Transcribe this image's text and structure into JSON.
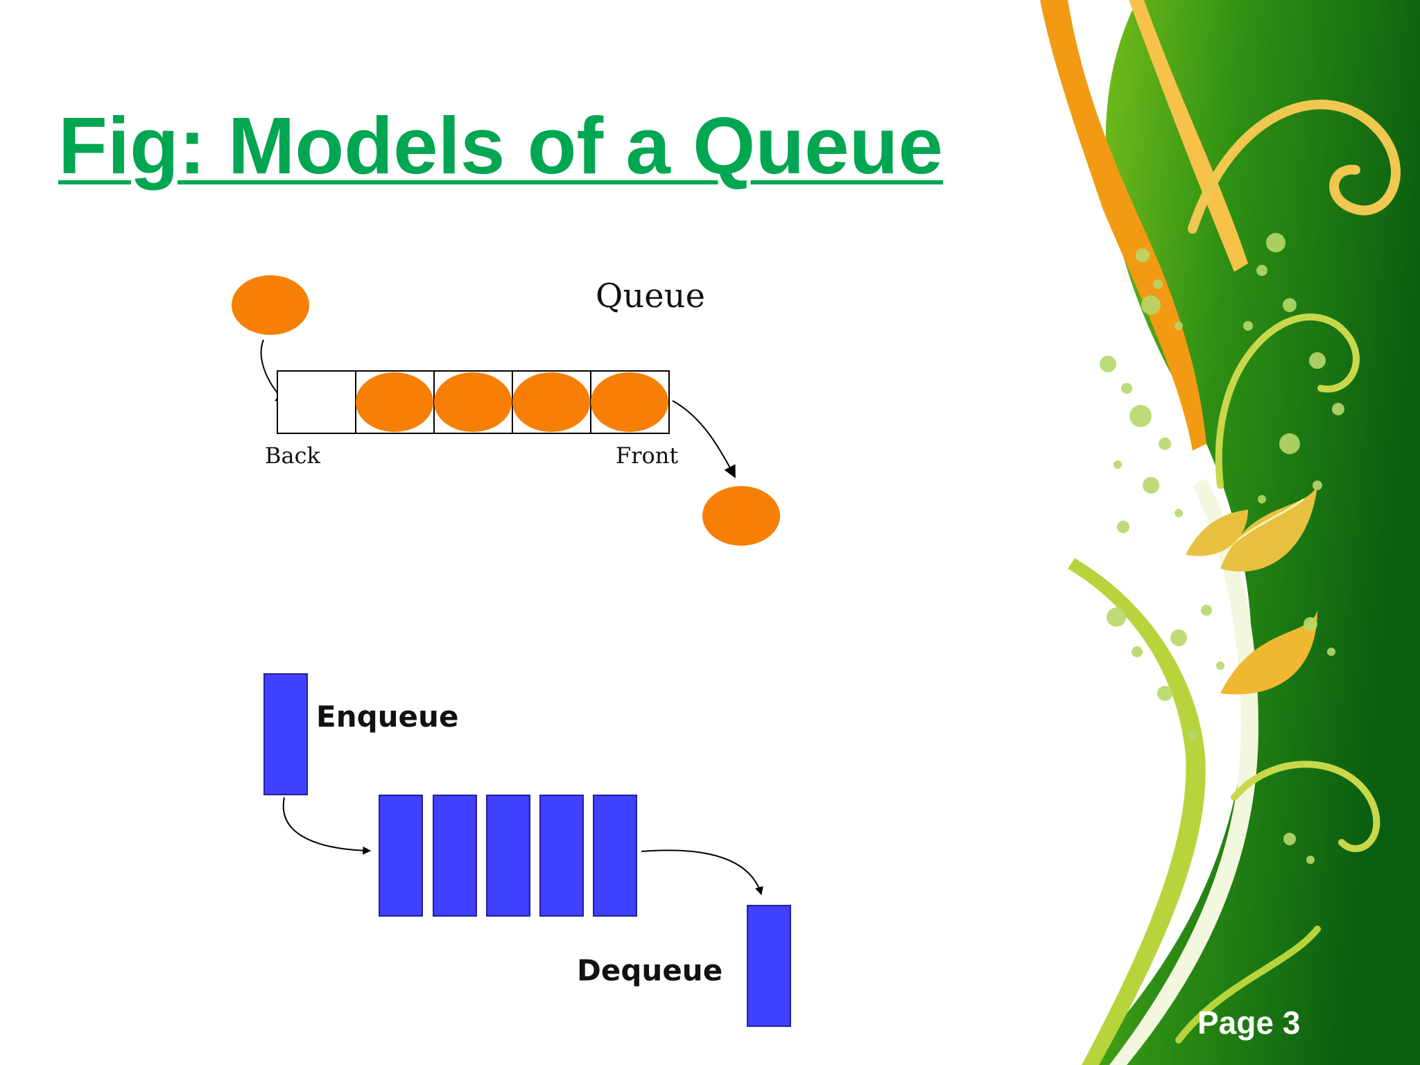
{
  "slide": {
    "title": "Fig: Models of a Queue",
    "page_label": "Page 3"
  },
  "diagram_top": {
    "heading": "Queue",
    "back_label": "Back",
    "front_label": "Front",
    "slots_total": 5,
    "slots_filled": 4,
    "element_color": "#f77f05"
  },
  "diagram_bottom": {
    "enqueue_label": "Enqueue",
    "dequeue_label": "Dequeue",
    "queue_items": 5,
    "element_color": "#4040ff"
  },
  "theme": {
    "title_color": "#00a651",
    "bg_green_dark": "#0b6b12",
    "bg_green_light": "#6cc01a",
    "swirl_orange": "#f29a14",
    "swirl_yellow": "#f0c850",
    "swirl_lime": "#b8d43c"
  }
}
